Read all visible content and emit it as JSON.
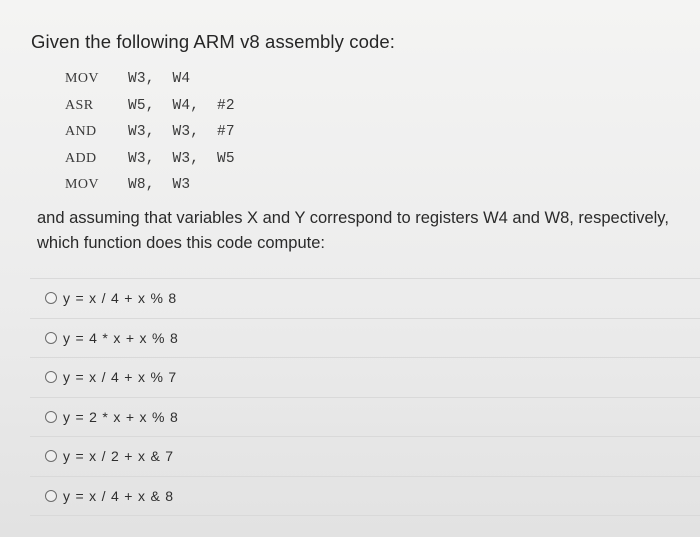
{
  "question": {
    "title": "Given the following ARM v8 assembly code:",
    "code": [
      {
        "op": "MOV",
        "args": "W3,  W4"
      },
      {
        "op": "ASR",
        "args": "W5,  W4,  #2"
      },
      {
        "op": "AND",
        "args": "W3,  W3,  #7"
      },
      {
        "op": "ADD",
        "args": "W3,  W3,  W5"
      },
      {
        "op": "MOV",
        "args": "W8,  W3"
      }
    ],
    "description": "and assuming that variables X and Y correspond to registers W4 and W8, respectively, which function does this code compute:"
  },
  "options": [
    {
      "label": "y = x / 4 + x % 8"
    },
    {
      "label": "y = 4 * x + x % 8"
    },
    {
      "label": "y = x / 4 + x % 7"
    },
    {
      "label": "y = 2 * x + x % 8"
    },
    {
      "label": "y = x / 2 + x & 7"
    },
    {
      "label": "y = x / 4 + x & 8"
    }
  ]
}
